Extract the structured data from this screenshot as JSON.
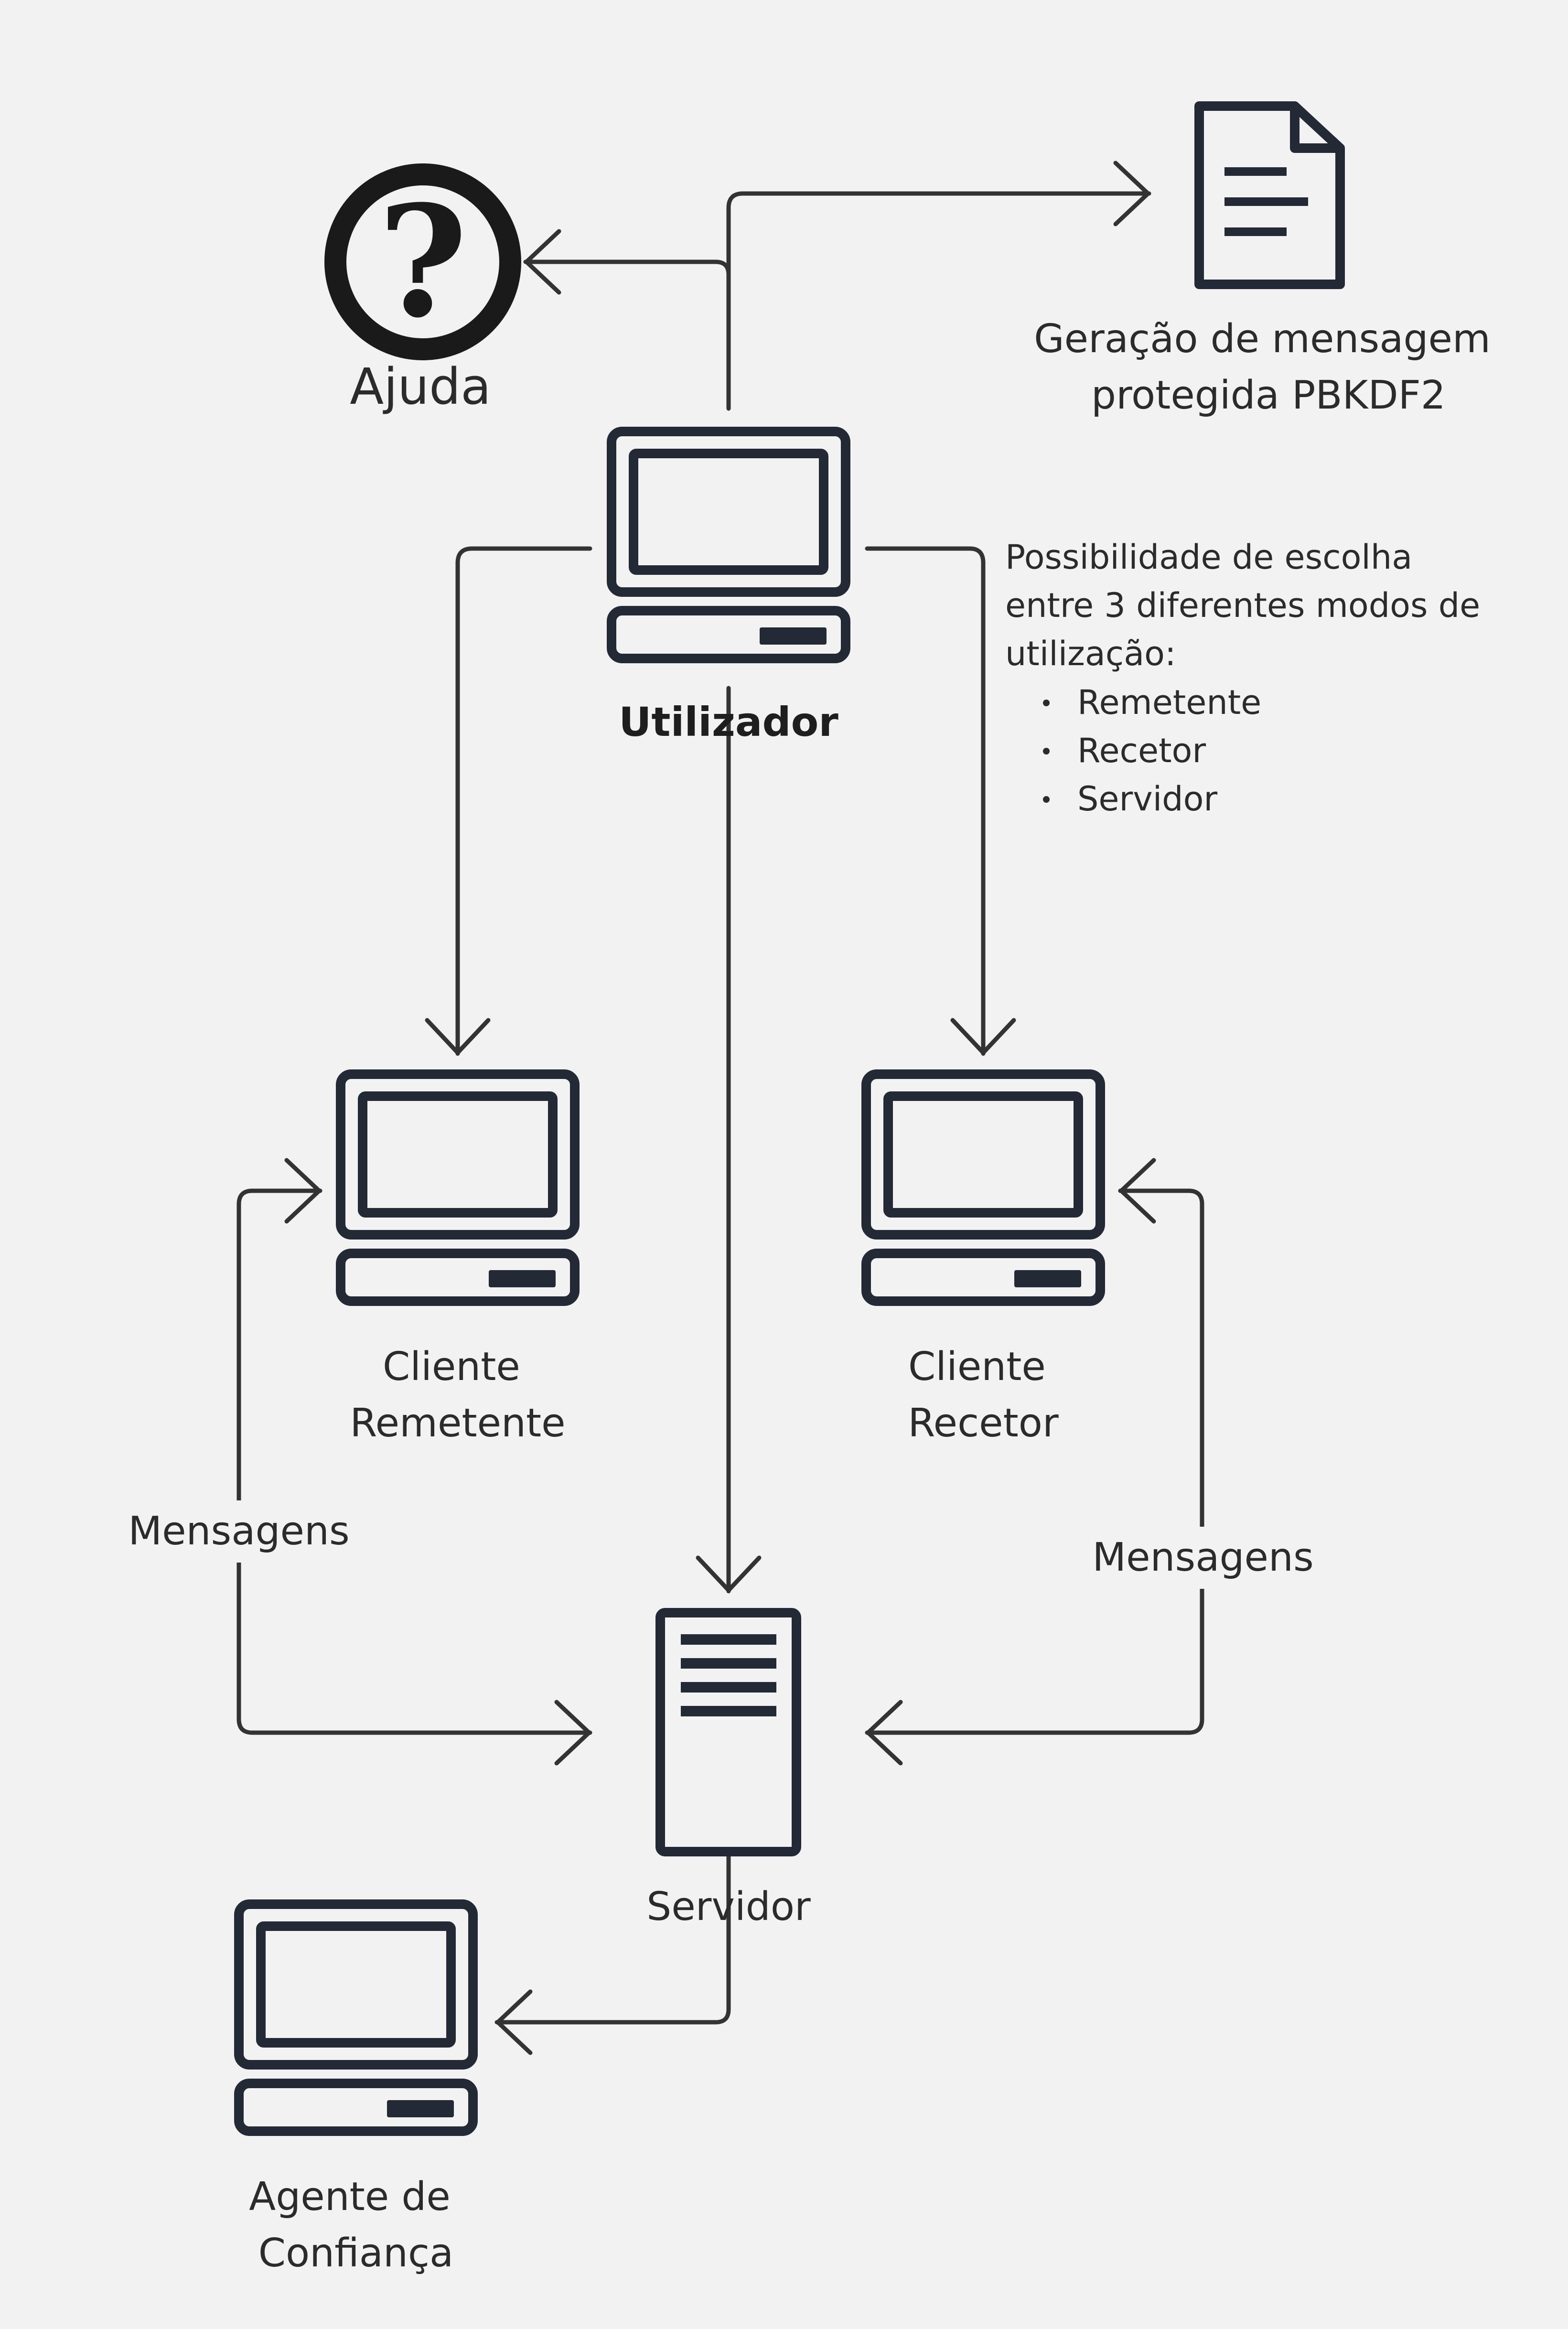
{
  "nodes": {
    "help": {
      "label": "Ajuda"
    },
    "document": {
      "label_lines": [
        "Geração de mensagem",
        "protegida PBKDF2"
      ]
    },
    "user": {
      "label": "Utilizador"
    },
    "sender": {
      "label_lines": [
        "Cliente",
        "Remetente"
      ]
    },
    "receiver": {
      "label_lines": [
        "Cliente",
        "Recetor"
      ]
    },
    "server": {
      "label": "Servidor"
    },
    "trusted_agent": {
      "label_lines": [
        "Agente de",
        "Confiança"
      ]
    }
  },
  "note": {
    "lines": [
      "Possibilidade de escolha",
      "entre 3 diferentes modos de",
      "utilização:"
    ],
    "bullets": [
      "Remetente",
      "Recetor",
      "Servidor"
    ]
  },
  "edges": {
    "left_label": "Mensagens",
    "right_label": "Mensagens"
  },
  "colors": {
    "background": "#f2f2f2",
    "icon": "#232a36",
    "line": "#333333"
  },
  "icons": [
    "question-mark-icon",
    "document-icon",
    "computer-icon",
    "server-icon"
  ]
}
